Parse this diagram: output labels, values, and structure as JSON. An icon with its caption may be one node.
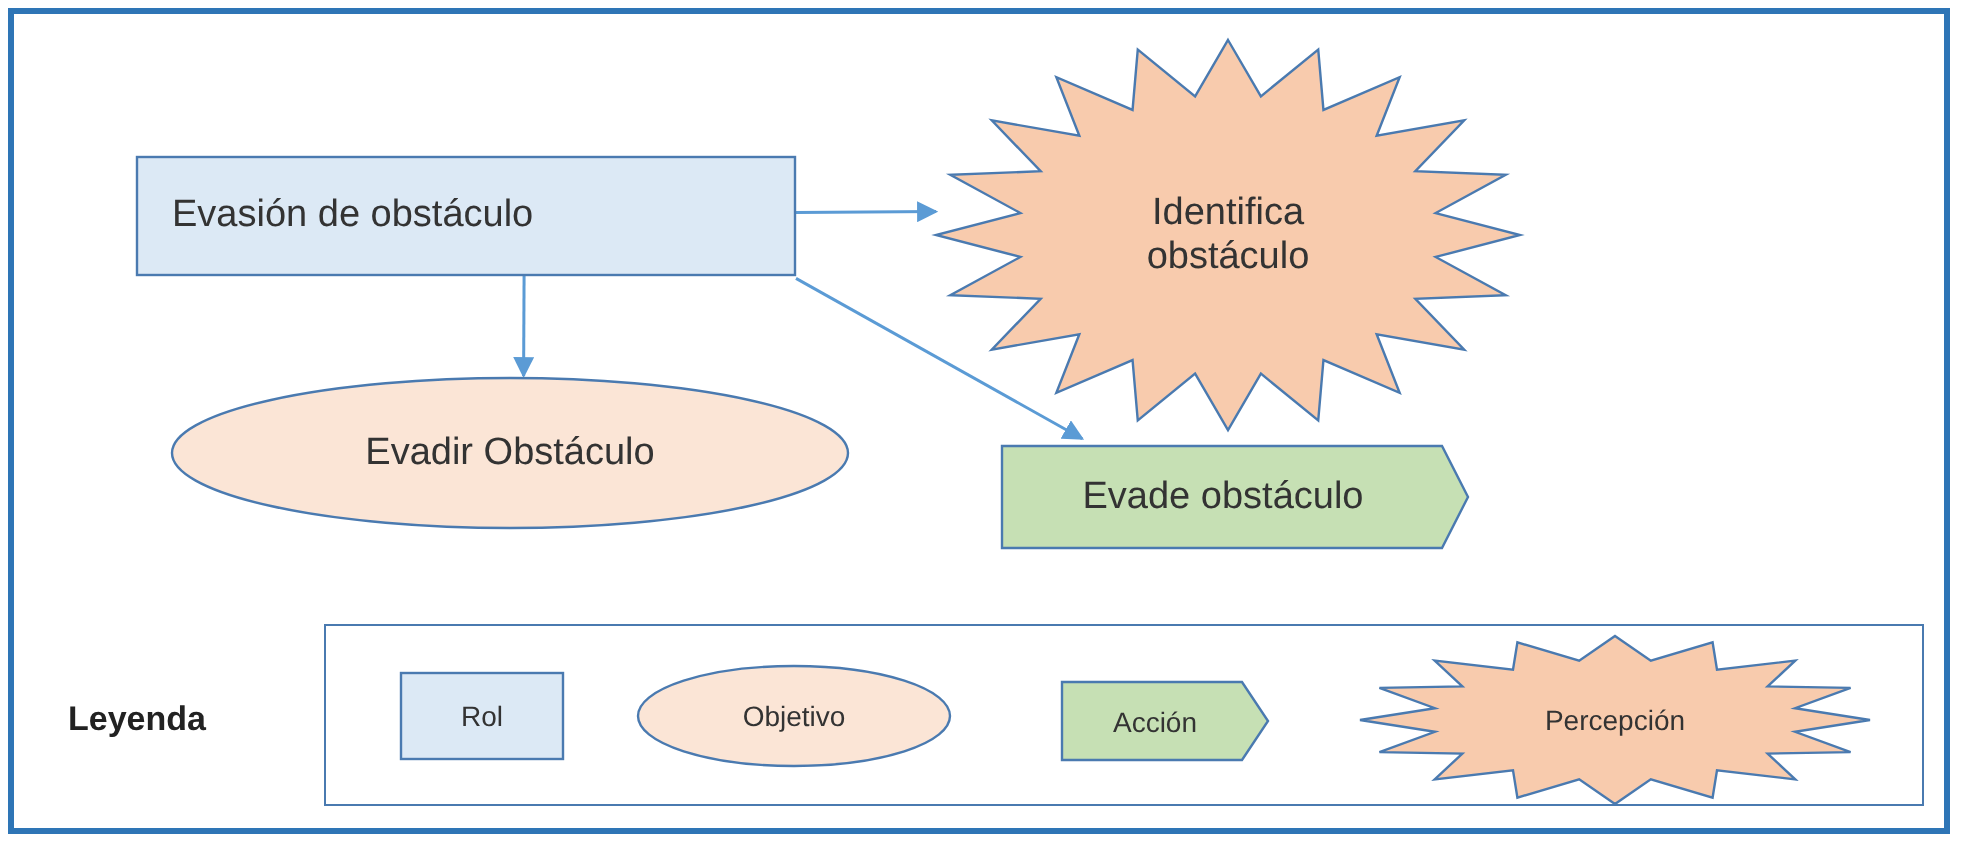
{
  "diagram": {
    "nodes": [
      {
        "text": [
          "Evasión de obstáculo"
        ]
      },
      {
        "text": [
          "Identifica obstáculo"
        ]
      },
      {
        "text": [
          "Evadir Obstáculo"
        ]
      },
      {
        "text": [
          "Evade obstáculo"
        ]
      }
    ],
    "edges": [
      {
        "from": 0,
        "to": 1,
        "arrow": "to"
      },
      {
        "from": 0,
        "to": 2,
        "arrow": "to"
      },
      {
        "from": 0,
        "to": 3,
        "arrow": "to"
      }
    ],
    "labels": [
      "Leyenda"
    ],
    "legend": [
      {
        "text": "Rol",
        "color": "#dce9f5"
      },
      {
        "text": "Objetivo",
        "color": "#fbe5d6"
      },
      {
        "text": "Acción",
        "color": "#c6e0b4"
      },
      {
        "text": "Percepción",
        "color": "#f8cbad"
      }
    ]
  }
}
